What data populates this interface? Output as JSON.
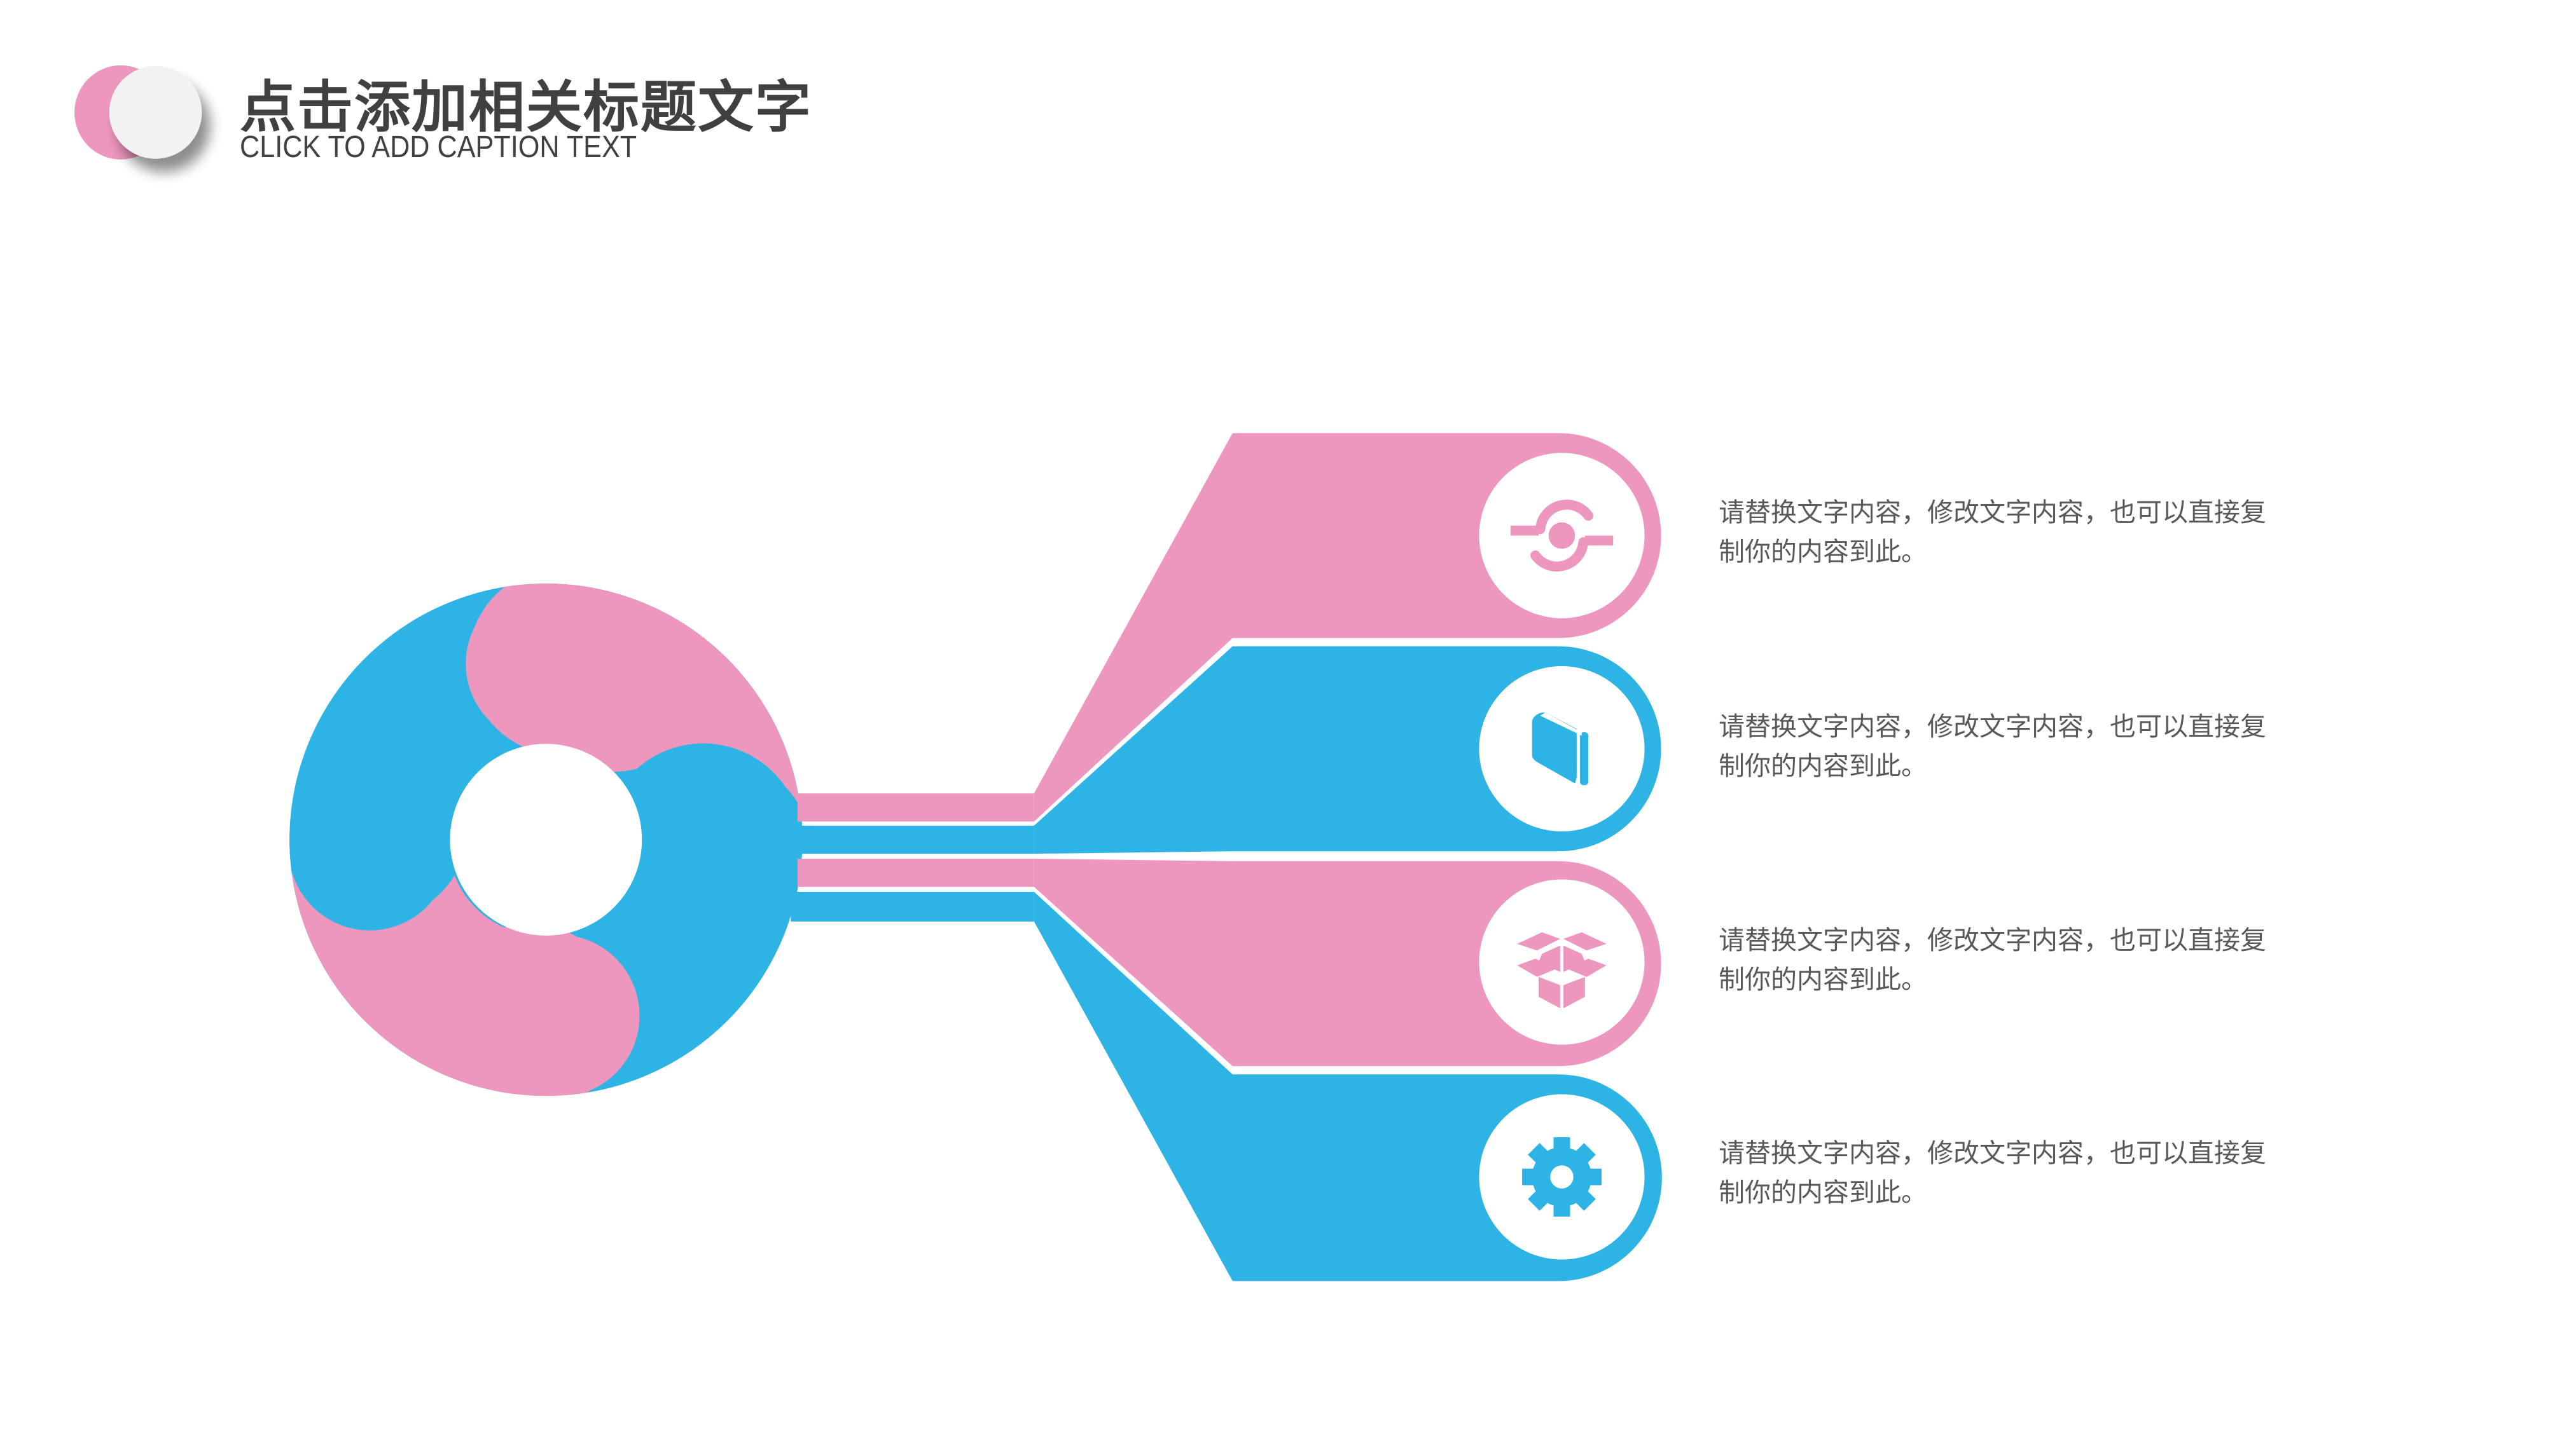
{
  "header": {
    "title": "点击添加相关标题文字",
    "subtitle": "CLICK TO ADD CAPTION TEXT",
    "logo_icon": "toggle-circle-icon"
  },
  "colors": {
    "pink": "#EE97BE",
    "blue": "#2EB4E4",
    "title_text": "#404040",
    "body_text": "#595959",
    "logo_grey": "#F2F2F2"
  },
  "diagram": {
    "hub": "donut-ring",
    "branches": [
      {
        "color": "pink",
        "icon": "sync-icon",
        "text": "请替换文字内容，修改文字内容，也可以直接复制你的内容到此。",
        "line1": "请替换文字内容，修改文字内容，也可以直接复",
        "line2": "制你的内容到此。"
      },
      {
        "color": "blue",
        "icon": "book-icon",
        "text": "请替换文字内容，修改文字内容，也可以直接复制你的内容到此。",
        "line1": "请替换文字内容，修改文字内容，也可以直接复",
        "line2": "制你的内容到此。"
      },
      {
        "color": "pink",
        "icon": "open-box-icon",
        "text": "请替换文字内容，修改文字内容，也可以直接复制你的内容到此。",
        "line1": "请替换文字内容，修改文字内容，也可以直接复",
        "line2": "制你的内容到此。"
      },
      {
        "color": "blue",
        "icon": "gear-icon",
        "text": "请替换文字内容，修改文字内容，也可以直接复制你的内容到此。",
        "line1": "请替换文字内容，修改文字内容，也可以直接复",
        "line2": "制你的内容到此。"
      }
    ]
  }
}
